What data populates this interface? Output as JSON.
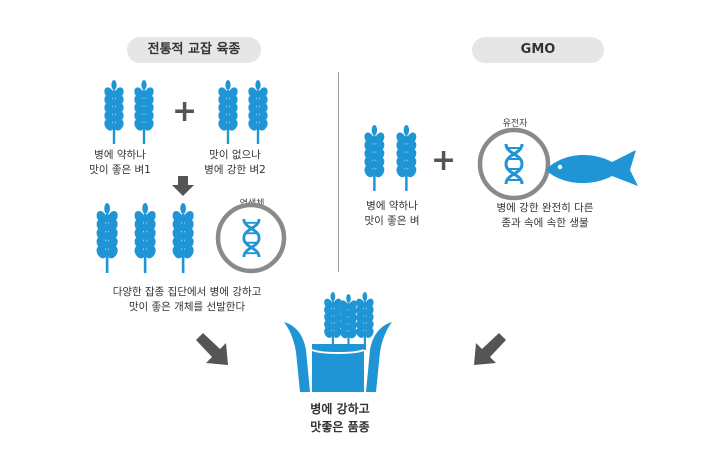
{
  "colors": {
    "blue": "#1f95d6",
    "gray_arrow": "#555555",
    "ring": "#8a8a8a",
    "pill_bg": "#e6e6e6"
  },
  "left": {
    "title": "전통적 교잡 육종",
    "rice1": [
      "병에 약하나",
      "맛이 좋은 벼1"
    ],
    "rice2": [
      "맛이 없으나",
      "병에 강한 벼2"
    ],
    "chromosome": "염색체",
    "select": [
      "다양한 잡종 집단에서 병에 강하고",
      "맛이 좋은 개체를 선발한다"
    ]
  },
  "right": {
    "title": "GMO",
    "rice": [
      "병에 약하나",
      "맛이 좋은 벼"
    ],
    "gene": "유전자",
    "organism": [
      "병에 강한 완전히 다른",
      "종과 속에 속한 생물"
    ]
  },
  "result": [
    "병에 강하고",
    "맛좋은 품종"
  ],
  "icons": [
    "wheat-icon",
    "dna-icon",
    "fish-icon",
    "plus-icon",
    "arrow-icon",
    "harvest-icon"
  ]
}
